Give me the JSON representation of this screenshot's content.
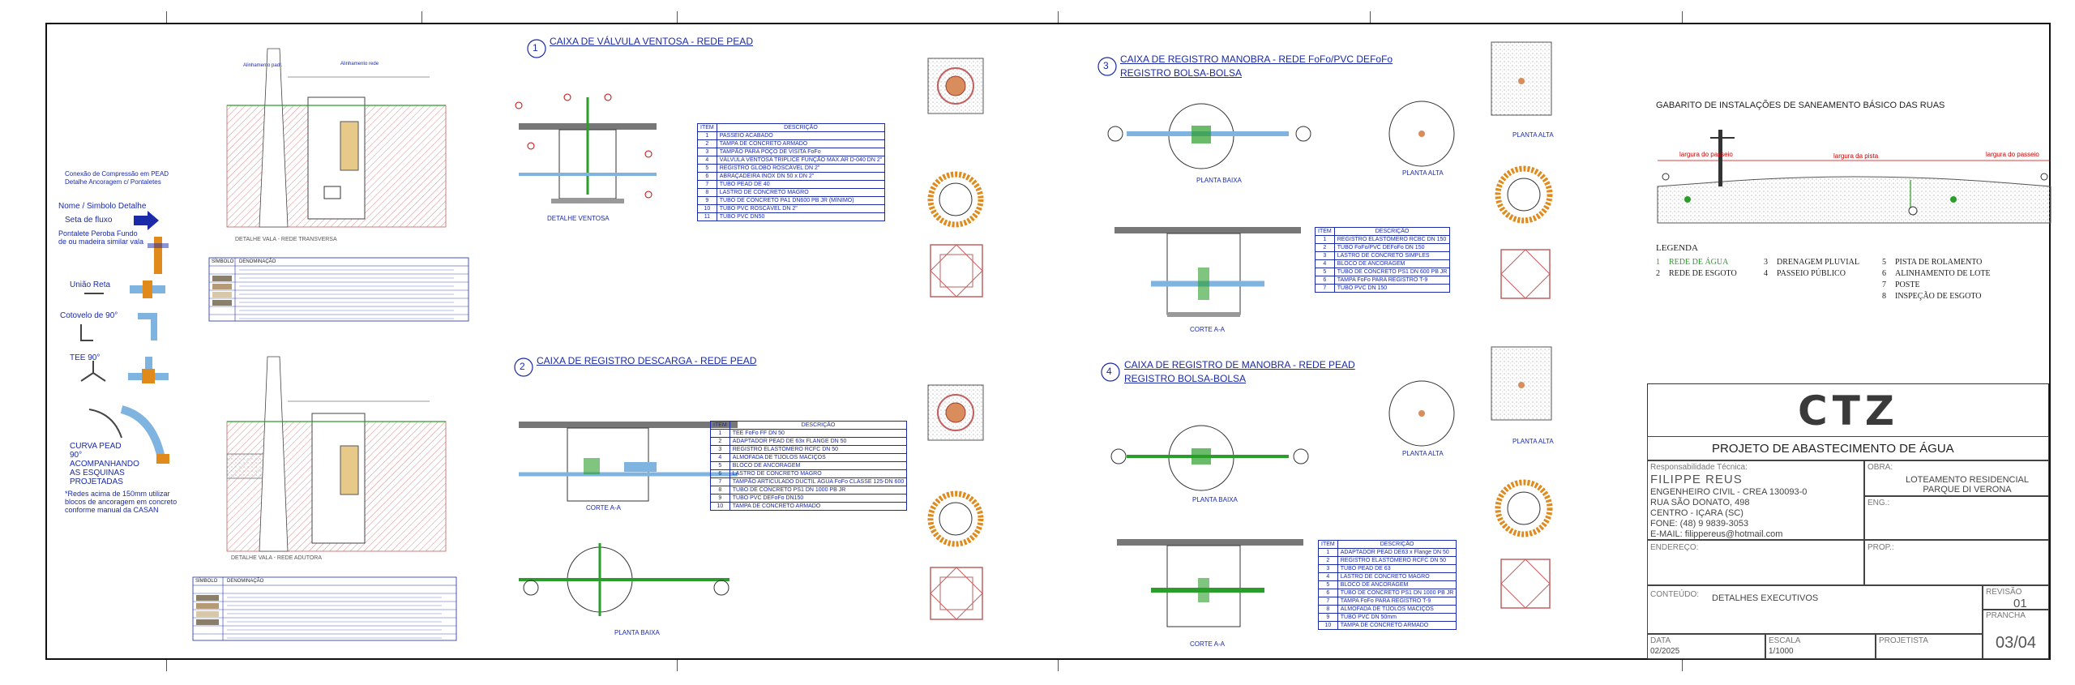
{
  "sections": {
    "s1": {
      "num": "1",
      "title": "CAIXA DE VÁLVULA VENTOSA - REDE PEAD",
      "caption": "DETALHE VENTOSA"
    },
    "s2": {
      "num": "2",
      "title": "CAIXA DE REGISTRO  DESCARGA - REDE PEAD",
      "cap_a": "CORTE A-A",
      "cap_b": "PLANTA BAIXA"
    },
    "s3": {
      "num": "3",
      "title": "CAIXA DE REGISTRO  MANOBRA - REDE FoFo/PVC DEFoFo",
      "subtitle": "REGISTRO BOLSA-BOLSA",
      "cap_a": "PLANTA BAIXA",
      "cap_b": "CORTE A-A",
      "cap_c": "PLANTA ALTA",
      "cap_d": "PLANTA ALTA"
    },
    "s4": {
      "num": "4",
      "title": "CAIXA DE REGISTRO DE MANOBRA - REDE PEAD",
      "subtitle": "REGISTRO BOLSA-BOLSA",
      "cap_a": "PLANTA BAIXA",
      "cap_b": "CORTE A-A",
      "cap_c": "PLANTA ALTA",
      "cap_d": "PLANTA ALTA"
    }
  },
  "left_panel": {
    "connection_note": "Conexão de Compressão em PEAD\nDetalhe Ancoragem c/ Pontaletes",
    "header": "Nome / Simbolo   Detalhe",
    "items": [
      "Seta de fluxo",
      "Pontalete Peroba Fundo de ou madeira similar vala",
      "União Reta",
      "Cotovelo de 90°",
      "TEE  90°",
      "CURVA  PEAD\n90°\nACOMPANHANDO\nAS ESQUINAS\nPROJETADAS"
    ],
    "note": "*Redes acima de 150mm utilizar blocos de ancoragem em concreto conforme manual da CASAN",
    "vala1_caption": "DETALHE VALA - REDE TRANSVERSA",
    "vala2_caption": "DETALHE VALA - REDE ADUTORA",
    "sym_header": [
      "SÍMBOLO",
      "DENOMINAÇÃO"
    ]
  },
  "table1": {
    "header": [
      "ITEM",
      "DESCRIÇÃO"
    ],
    "rows": [
      [
        "1",
        "PASSEIO ACABADO"
      ],
      [
        "2",
        "TAMPA DE CONCRETO ARMADO"
      ],
      [
        "3",
        "TAMPÃO PARA POÇO DE VISITA FoFo"
      ],
      [
        "4",
        "VÁLVULA VENTOSA TRIPLICE FUNÇÃO MAX.AR D-040 DN 2\""
      ],
      [
        "5",
        "REGISTRO GLOBO ROSCÁVEL DN 2\""
      ],
      [
        "6",
        "ABRAÇADEIRA INOX DN 50 x DN 2\""
      ],
      [
        "7",
        "TUBO PEAD DE 40"
      ],
      [
        "8",
        "LASTRO DE CONCRETO MAGRO"
      ],
      [
        "9",
        "TUBO DE CONCRETO PA1 DN600 PB JR (MÍNIMO)"
      ],
      [
        "10",
        "TUBO PVC ROSCÁVEL DN 2\""
      ],
      [
        "11",
        "TUBO PVC DN50"
      ]
    ]
  },
  "table2": {
    "header": [
      "ITEM",
      "DESCRIÇÃO"
    ],
    "rows": [
      [
        "1",
        "TEE FoFo FF DN 50"
      ],
      [
        "2",
        "ADAPTADOR PEAD DE 63x FLANGE DN 50"
      ],
      [
        "3",
        "REGISTRO ELASTÔMERO RCFC DN 50"
      ],
      [
        "4",
        "ALMOFADA DE TIJOLOS MACIÇOS"
      ],
      [
        "5",
        "BLOCO DE ANCORAGEM"
      ],
      [
        "6",
        "LASTRO DE CONCRETO MAGRO"
      ],
      [
        "7",
        "TAMPÃO ARTICULADO DUCTIL ÁGUA FoFo CLASSE 125-DN 600"
      ],
      [
        "8",
        "TUBO DE CONCRETO PS1 DN 1000 PB JR"
      ],
      [
        "9",
        "TUBO PVC DEFoFo DN150"
      ],
      [
        "10",
        "TAMPA DE CONCRETO ARMADO"
      ]
    ]
  },
  "table3": {
    "header": [
      "ITEM",
      "DESCRIÇÃO"
    ],
    "rows": [
      [
        "1",
        "REGISTRO ELASTÔMERO RCBC DN 150"
      ],
      [
        "2",
        "TUBO FoFo/PVC DEFoFo DN 150"
      ],
      [
        "3",
        "LASTRO DE CONCRETO SIMPLES"
      ],
      [
        "4",
        "BLOCO DE ANCORAGEM"
      ],
      [
        "5",
        "TUBO DE CONCRETO PS1 DN 600 PB JR"
      ],
      [
        "6",
        "TAMPA FoFo PARA REGISTRO T-9"
      ],
      [
        "7",
        "TUBO PVC DN 150"
      ]
    ]
  },
  "table4": {
    "header": [
      "ITEM",
      "DESCRIÇÃO"
    ],
    "rows": [
      [
        "1",
        "ADAPTADOR PEAD DE63 x Flange DN 50"
      ],
      [
        "2",
        "REGISTRO ELASTÔMERO RCFC DN 50"
      ],
      [
        "3",
        "TUBO PEAD DE 63"
      ],
      [
        "4",
        "LASTRO DE CONCRETO MAGRO"
      ],
      [
        "5",
        "BLOCO DE ANCORAGEM"
      ],
      [
        "6",
        "TUBO DE CONCRETO PS1 DN 1000 PB JR"
      ],
      [
        "7",
        "TAMPA FoFo PARA REGISTRO T-9"
      ],
      [
        "8",
        "ALMOFADA DE TIJOLOS MACIÇOS"
      ],
      [
        "9",
        "TUBO PVC DN 50mm"
      ],
      [
        "10",
        "TAMPA DE CONCRETO ARMADO"
      ]
    ]
  },
  "gabarito": {
    "title": "GABARITO DE INSTALAÇÕES DE SANEAMENTO BÁSICO DAS RUAS",
    "dim_left": "largura do passeio",
    "dim_mid": "largura da pista",
    "dim_right": "largura do passeio",
    "legend_title": "LEGENDA",
    "legend": [
      {
        "n": "1",
        "t": "REDE DE ÁGUA",
        "green": true
      },
      {
        "n": "2",
        "t": "REDE DE ESGOTO",
        "green": false
      },
      {
        "n": "3",
        "t": "DRENAGEM PLUVIAL",
        "green": false
      },
      {
        "n": "4",
        "t": "PASSEIO PÚBLICO",
        "green": false
      },
      {
        "n": "5",
        "t": "PISTA DE ROLAMENTO",
        "green": false
      },
      {
        "n": "6",
        "t": "ALINHAMENTO DE LOTE",
        "green": false
      },
      {
        "n": "7",
        "t": "POSTE",
        "green": false
      },
      {
        "n": "8",
        "t": "INSPEÇÃO DE ESGOTO",
        "green": false
      }
    ]
  },
  "title_block": {
    "logo": "CTZ",
    "project": "PROJETO DE ABASTECIMENTO DE ÁGUA",
    "resp_label": "Responsabilidade Técnica:",
    "engineer": "FILIPPE REUS",
    "role": "ENGENHEIRO CIVIL - CREA 130093-0",
    "address": "RUA SÃO DONATO, 498",
    "city": "CENTRO - IÇARA (SC)",
    "phone": "FONE: (48) 9 9839-3053",
    "email": "E-MAIL: filippereus@hotmail.com",
    "obra_label": "OBRA:",
    "obra": "LOTEAMENTO RESIDENCIAL PARQUE DI VERONA",
    "eng_label": "ENG.:",
    "endereco_label": "ENDEREÇO:",
    "prop_label": "PROP.:",
    "conteudo_label": "CONTEÚDO:",
    "conteudo": "DETALHES EXECUTIVOS",
    "revisao_label": "REVISÃO",
    "revisao": "01",
    "prancha_label": "PRANCHA",
    "prancha": "03/04",
    "data_label": "DATA",
    "data": "02/2025",
    "escala_label": "ESCALA",
    "escala": "1/1000",
    "projetista_label": "PROJETISTA"
  }
}
